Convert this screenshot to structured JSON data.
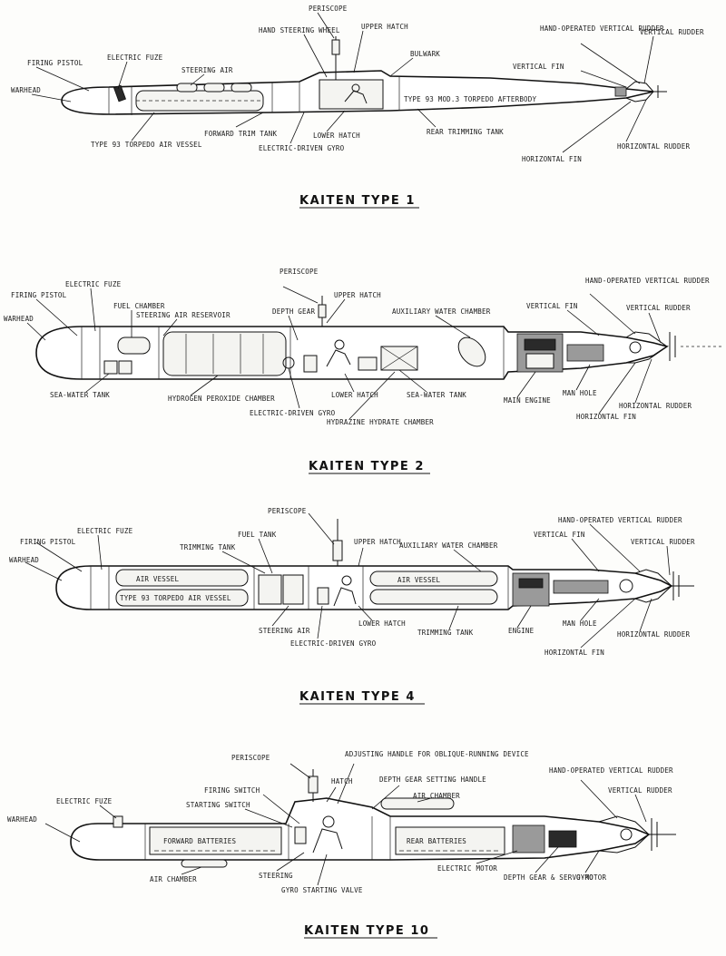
{
  "type1": {
    "title": "KAITEN TYPE 1",
    "labels": {
      "periscope": "PERISCOPE",
      "upper_hatch": "UPPER HATCH",
      "hand_steering_wheel": "HAND STEERING WHEEL",
      "bulwark": "BULWARK",
      "hand_operated_vertical_rudder": "HAND-OPERATED VERTICAL RUDDER",
      "vertical_rudder": "VERTICAL RUDDER",
      "firing_pistol": "FIRING PISTOL",
      "electric_fuze": "ELECTRIC FUZE",
      "steering_air": "STEERING AIR",
      "vertical_fin": "VERTICAL FIN",
      "warhead": "WARHEAD",
      "afterbody": "TYPE 93 MOD.3  TORPEDO AFTERBODY",
      "forward_trim_tank": "FORWARD TRIM TANK",
      "lower_hatch": "LOWER HATCH",
      "rear_trimming_tank": "REAR TRIMMING TANK",
      "air_vessel": "TYPE 93 TORPEDO AIR VESSEL",
      "electric_gyro": "ELECTRIC-DRIVEN GYRO",
      "horizontal_rudder": "HORIZONTAL RUDDER",
      "horizontal_fin": "HORIZONTAL FIN"
    }
  },
  "type2": {
    "title": "KAITEN TYPE 2",
    "labels": {
      "periscope": "PERISCOPE",
      "electric_fuze": "ELECTRIC FUZE",
      "upper_hatch": "UPPER HATCH",
      "hand_operated_vertical_rudder": "HAND-OPERATED VERTICAL RUDDER",
      "firing_pistol": "FIRING PISTOL",
      "fuel_chamber": "FUEL CHAMBER",
      "depth_gear": "DEPTH GEAR",
      "vertical_fin": "VERTICAL FIN",
      "vertical_rudder": "VERTICAL RUDDER",
      "steering_air_reservoir": "STEERING AIR RESERVOIR",
      "aux_water_chamber": "AUXILIARY WATER CHAMBER",
      "warhead": "WARHEAD",
      "sea_water_tank_fwd": "SEA-WATER TANK",
      "hydrogen_peroxide": "HYDROGEN PEROXIDE CHAMBER",
      "lower_hatch": "LOWER HATCH",
      "sea_water_tank": "SEA-WATER TANK",
      "main_engine": "MAIN ENGINE",
      "manhole": "MAN HOLE",
      "horizontal_rudder": "HORIZONTAL RUDDER",
      "electric_gyro": "ELECTRIC-DRIVEN GYRO",
      "hydrazine_hydrate": "HYDRAZINE HYDRATE CHAMBER",
      "horizontal_fin": "HORIZONTAL FIN"
    }
  },
  "type4": {
    "title": "KAITEN TYPE 4",
    "labels": {
      "periscope": "PERISCOPE",
      "hand_operated_vertical_rudder": "HAND-OPERATED VERTICAL RUDDER",
      "electric_fuze": "ELECTRIC FUZE",
      "fuel_tank": "FUEL TANK",
      "upper_hatch": "UPPER HATCH",
      "firing_pistol": "FIRING PISTOL",
      "trimming_tank": "TRIMMING TANK",
      "aux_water_chamber": "AUXILIARY WATER CHAMBER",
      "vertical_fin": "VERTICAL FIN",
      "vertical_rudder": "VERTICAL RUDDER",
      "warhead": "WARHEAD",
      "air_vessel_1": "AIR VESSEL",
      "air_vessel_2": "AIR VESSEL",
      "type93_air_vessel": "TYPE 93 TORPEDO AIR VESSEL",
      "steering_air": "STEERING AIR",
      "lower_hatch": "LOWER HATCH",
      "trimming_tank_rear": "TRIMMING TANK",
      "engine": "ENGINE",
      "manhole": "MAN HOLE",
      "horizontal_rudder": "HORIZONTAL RUDDER",
      "electric_gyro": "ELECTRIC-DRIVEN GYRO",
      "horizontal_fin": "HORIZONTAL FIN"
    }
  },
  "type10": {
    "title": "KAITEN TYPE 10",
    "labels": {
      "adjusting_handle": "ADJUSTING HANDLE FOR OBLIQUE-RUNNING DEVICE",
      "periscope": "PERISCOPE",
      "hand_operated_vertical_rudder": "HAND-OPERATED VERTICAL RUDDER",
      "hatch": "HATCH",
      "depth_gear_handle": "DEPTH GEAR SETTING HANDLE",
      "firing_switch": "FIRING SWITCH",
      "air_chamber_top": "AIR CHAMBER",
      "vertical_rudder": "VERTICAL RUDDER",
      "starting_switch": "STARTING SWITCH",
      "electric_fuze": "ELECTRIC FUZE",
      "warhead": "WARHEAD",
      "forward_batteries": "FORWARD BATTERIES",
      "rear_batteries": "REAR BATTERIES",
      "electric_motor": "ELECTRIC MOTOR",
      "air_chamber": "AIR CHAMBER",
      "steering": "STEERING",
      "depth_gear_servo": "DEPTH GEAR & SERVO-MOTOR",
      "gyro": "GYRO",
      "gyro_starting_valve": "GYRO STARTING VALVE"
    }
  }
}
